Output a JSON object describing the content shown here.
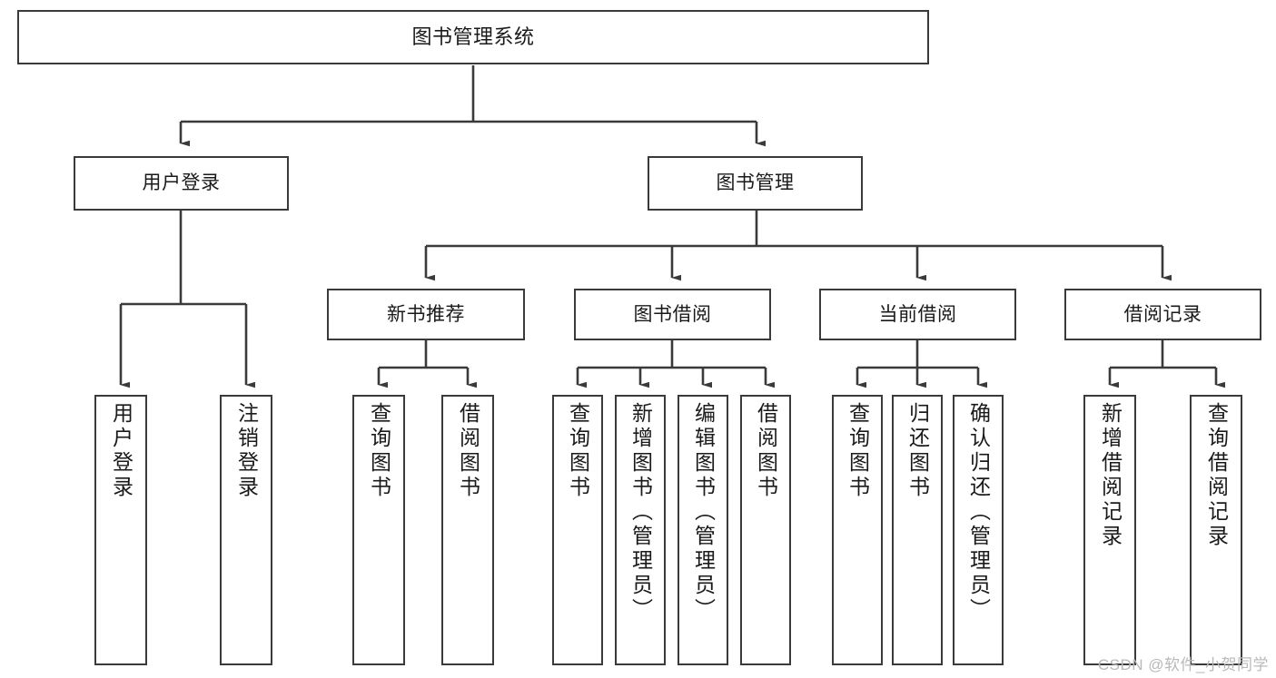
{
  "diagram": {
    "title": "图书管理系统",
    "type": "tree",
    "watermark": "CSDN @软件_小贺同学",
    "colors": {
      "stroke": "#3a3a3a",
      "text": "#1a1a1a",
      "background": "#ffffff",
      "watermark": "#b9b9b9"
    },
    "nodes": {
      "root": "图书管理系统",
      "level1": [
        "用户登录",
        "图书管理"
      ],
      "level2": [
        "新书推荐",
        "图书借阅",
        "当前借阅",
        "借阅记录"
      ],
      "leaves": {
        "user_login": [
          "用户登录",
          "注销登录"
        ],
        "new_book": [
          "查询图书",
          "借阅图书"
        ],
        "book_borrow": [
          "查询图书",
          "新增图书（管理员）",
          "编辑图书（管理员）",
          "借阅图书"
        ],
        "current_borrow": [
          "查询图书",
          "归还图书",
          "确认归还（管理员）"
        ],
        "borrow_record": [
          "新增借阅记录",
          "查询借阅记录"
        ]
      }
    }
  }
}
